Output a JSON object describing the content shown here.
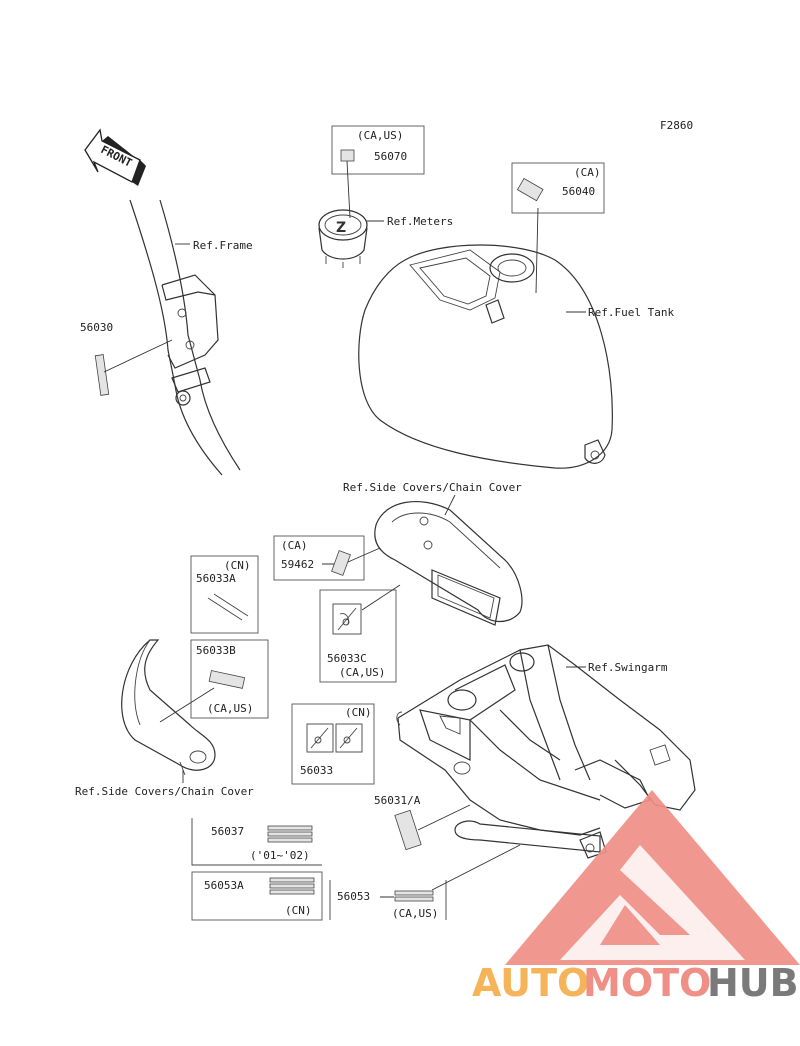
{
  "figure_code": "F2860",
  "front_label": "FRONT",
  "refs": {
    "frame": "Ref.Frame",
    "meters": "Ref.Meters",
    "fuel_tank": "Ref.Fuel Tank",
    "side_covers_top": "Ref.Side Covers/Chain Cover",
    "swingarm": "Ref.Swingarm",
    "side_covers_left": "Ref.Side Covers/Chain Cover"
  },
  "parts": {
    "p56070": {
      "number": "56070",
      "region": "(CA,US)"
    },
    "p56040": {
      "number": "56040",
      "region": "(CA)"
    },
    "p56030": {
      "number": "56030"
    },
    "p59462": {
      "number": "59462",
      "region": "(CA)"
    },
    "p56033A": {
      "number": "56033A",
      "region": "(CN)"
    },
    "p56033B": {
      "number": "56033B",
      "region": "(CA,US)"
    },
    "p56033C": {
      "number": "56033C",
      "region": "(CA,US)"
    },
    "p56033": {
      "number": "56033",
      "region": "(CN)"
    },
    "p56031A": {
      "number": "56031/A"
    },
    "p56037": {
      "number": "56037",
      "note": "('01~'02)"
    },
    "p56053A": {
      "number": "56053A",
      "region": "(CN)"
    },
    "p56053": {
      "number": "56053",
      "region": "(CA,US)"
    }
  },
  "watermark": {
    "auto": "AUTO",
    "moto": "MOTO",
    "hub": "HUB",
    "colors": {
      "auto": "#f5b45a",
      "moto": "#ef8f86",
      "hub": "#7a7a7a",
      "logo": "#ef8f86"
    }
  }
}
